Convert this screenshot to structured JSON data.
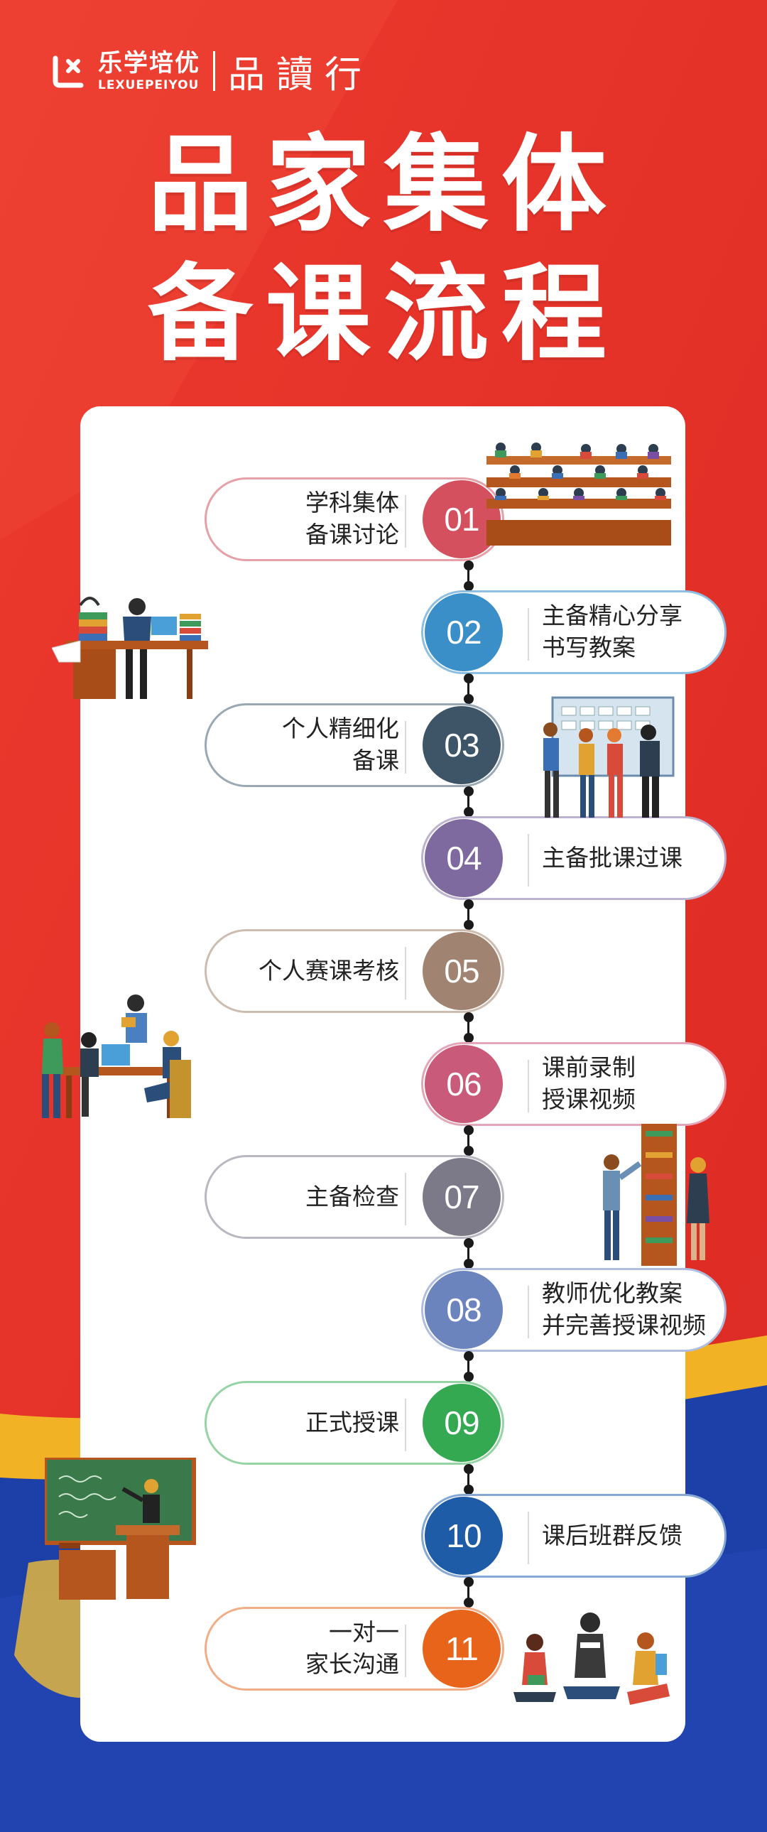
{
  "header": {
    "logo_cn": "乐学培优",
    "logo_en": "LEXUEPEIYOU",
    "brand": "品讀行"
  },
  "title": {
    "line1": "品家集体",
    "line2": "备课流程"
  },
  "colors": {
    "background_red": "#e8332a",
    "blue_band": "#1d3fa8",
    "yellow_band": "#f2b226",
    "card": "#ffffff"
  },
  "steps": [
    {
      "num": "01",
      "label": "学科集体\n备课讨论",
      "side": "left",
      "color": "#d4505e",
      "border": "#e6a0a8"
    },
    {
      "num": "02",
      "label": "主备精心分享\n书写教案",
      "side": "right",
      "color": "#3b8fc9",
      "border": "#8dbfe2"
    },
    {
      "num": "03",
      "label": "个人精细化\n备课",
      "side": "left",
      "color": "#3e5467",
      "border": "#9aa8b4"
    },
    {
      "num": "04",
      "label": "主备批课过课",
      "side": "right",
      "color": "#7e6a9e",
      "border": "#bdb2cf"
    },
    {
      "num": "05",
      "label": "个人赛课考核",
      "side": "left",
      "color": "#a08471",
      "border": "#cdbcb0"
    },
    {
      "num": "06",
      "label": "课前录制\n授课视频",
      "side": "right",
      "color": "#c95a7a",
      "border": "#e3a6b8"
    },
    {
      "num": "07",
      "label": "主备检查",
      "side": "left",
      "color": "#7c7a88",
      "border": "#b9b8c1"
    },
    {
      "num": "08",
      "label": "教师优化教案\n并完善授课视频",
      "side": "right",
      "color": "#6b84bd",
      "border": "#aebde0"
    },
    {
      "num": "09",
      "label": "正式授课",
      "side": "left",
      "color": "#35a852",
      "border": "#96d3a5"
    },
    {
      "num": "10",
      "label": "课后班群反馈",
      "side": "right",
      "color": "#1e5ca8",
      "border": "#86a8d4"
    },
    {
      "num": "11",
      "label": "一对一\n家长沟通",
      "side": "left",
      "color": "#e8641b",
      "border": "#f0ad87"
    }
  ],
  "illustrations": [
    {
      "name": "lecture-hall-illustration"
    },
    {
      "name": "teacher-at-desk-illustration"
    },
    {
      "name": "students-at-board-illustration"
    },
    {
      "name": "group-study-illustration"
    },
    {
      "name": "library-shelf-illustration"
    },
    {
      "name": "chalkboard-teacher-illustration"
    },
    {
      "name": "students-sitting-illustration"
    }
  ]
}
